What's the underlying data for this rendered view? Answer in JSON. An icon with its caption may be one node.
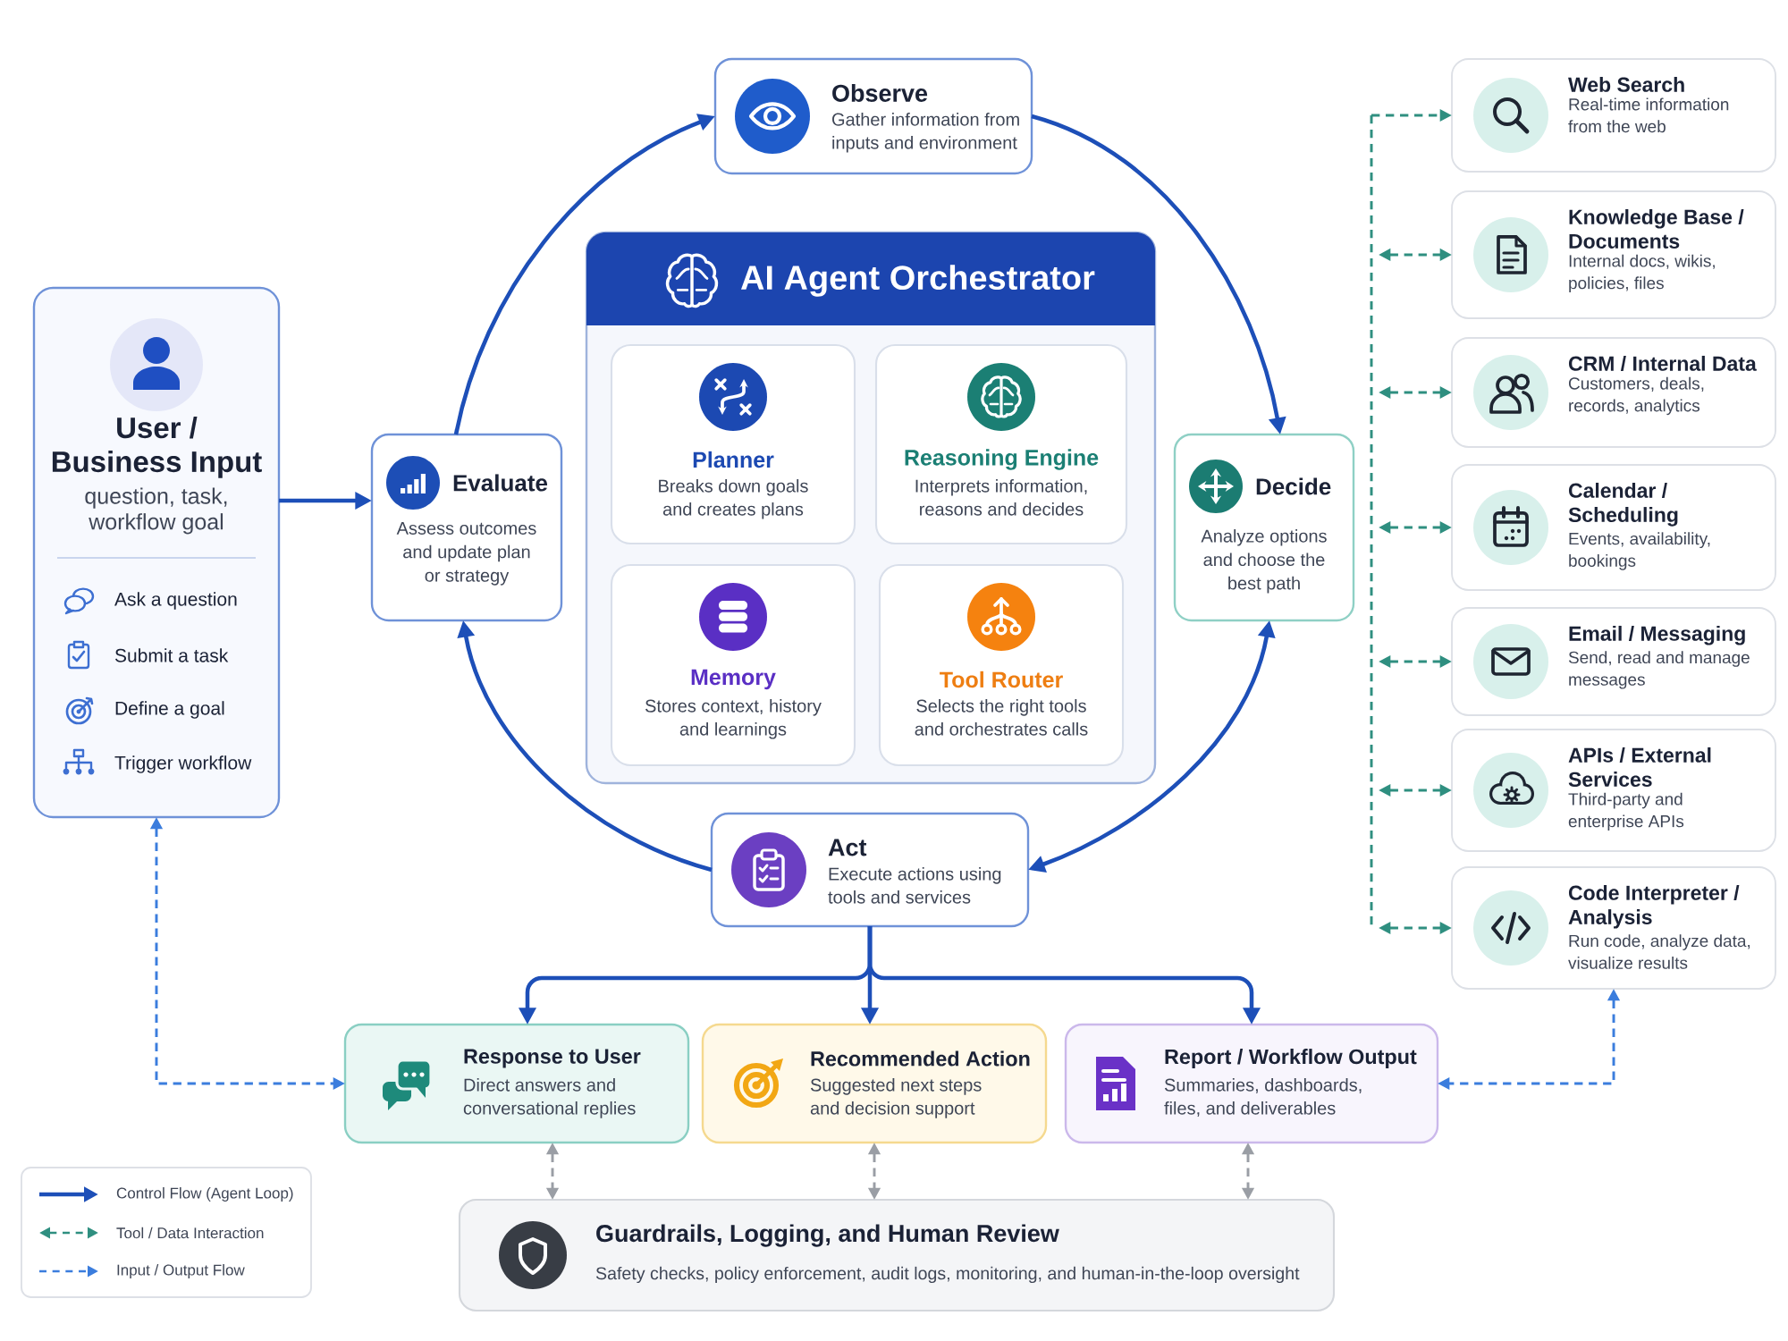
{
  "diagram": {
    "nodes": [
      {
        "text": [
          "User / Business Input",
          "question, task, workflow goal",
          "Ask a question",
          "Submit a task",
          "Define a goal",
          "Trigger workflow"
        ]
      },
      {
        "text": [
          "Observe",
          "Gather information from inputs and environment"
        ]
      },
      {
        "text": [
          "AI Agent Orchestrator"
        ]
      },
      {
        "text": [
          "Planner",
          "Breaks down goals and creates plans"
        ],
        "in": 2
      },
      {
        "text": [
          "Reasoning Engine",
          "Interprets information, reasons and decides"
        ],
        "in": 2
      },
      {
        "text": [
          "Memory",
          "Stores context, history and learnings"
        ],
        "in": 2
      },
      {
        "text": [
          "Tool Router",
          "Selects the right tools and orchestrates calls"
        ],
        "in": 2
      },
      {
        "text": [
          "Evaluate",
          "Assess outcomes and update plan or strategy"
        ]
      },
      {
        "text": [
          "Decide",
          "Analyze options and choose the best path"
        ]
      },
      {
        "text": [
          "Act",
          "Execute actions using tools and services"
        ]
      },
      {
        "text": [
          "Web Search",
          "Real-time information from the web"
        ]
      },
      {
        "text": [
          "Knowledge Base / Documents",
          "Internal docs, wikis, policies, files"
        ]
      },
      {
        "text": [
          "CRM / Internal Data",
          "Customers, deals, records, analytics"
        ]
      },
      {
        "text": [
          "Calendar / Scheduling",
          "Events, availability, bookings"
        ]
      },
      {
        "text": [
          "Email / Messaging",
          "Send, read and manage messages"
        ]
      },
      {
        "text": [
          "APIs / External Services",
          "Third-party and enterprise APIs"
        ]
      },
      {
        "text": [
          "Code Interpreter / Analysis",
          "Run code, analyze data, visualize results"
        ]
      },
      {
        "text": [
          "Response to User",
          "Direct answers and conversational replies"
        ]
      },
      {
        "text": [
          "Recommended Action",
          "Suggested next steps and decision support"
        ]
      },
      {
        "text": [
          "Report / Workflow Output",
          "Summaries, dashboards, files, and deliverables"
        ]
      },
      {
        "text": [
          "Guardrails, Logging, and Human Review",
          "Safety checks, policy enforcement, audit logs, monitoring, and human-in-the-loop oversight"
        ]
      }
    ],
    "edges": [
      {
        "from": 0,
        "to": 7,
        "arrow": "to"
      },
      {
        "from": 7,
        "to": 1,
        "arrow": "to"
      },
      {
        "from": 1,
        "to": 8,
        "arrow": "to"
      },
      {
        "from": 8,
        "to": 9,
        "arrow": "both"
      },
      {
        "from": 9,
        "to": 7,
        "arrow": "to"
      },
      {
        "from": null,
        "to": 10,
        "arrow": "to",
        "style": "dashed",
        "color": "#2f8f80"
      },
      {
        "from": null,
        "to": 11,
        "arrow": "both",
        "style": "dashed",
        "color": "#2f8f80"
      },
      {
        "from": null,
        "to": 12,
        "arrow": "both",
        "style": "dashed",
        "color": "#2f8f80"
      },
      {
        "from": null,
        "to": 13,
        "arrow": "both",
        "style": "dashed",
        "color": "#2f8f80"
      },
      {
        "from": null,
        "to": 14,
        "arrow": "both",
        "style": "dashed",
        "color": "#2f8f80"
      },
      {
        "from": null,
        "to": 15,
        "arrow": "both",
        "style": "dashed",
        "color": "#2f8f80"
      },
      {
        "from": null,
        "to": 16,
        "arrow": "both",
        "style": "dashed",
        "color": "#2f8f80"
      },
      {
        "from": 9,
        "to": 17,
        "arrow": "to"
      },
      {
        "from": 9,
        "to": 18,
        "arrow": "to"
      },
      {
        "from": 9,
        "to": 19,
        "arrow": "to"
      },
      {
        "from": 0,
        "to": 17,
        "arrow": "both",
        "style": "dashed",
        "color": "#3b7ddd"
      },
      {
        "from": 16,
        "to": 19,
        "arrow": "both",
        "style": "dashed",
        "color": "#3b7ddd"
      },
      {
        "from": 17,
        "to": 20,
        "arrow": "both",
        "style": "dashed",
        "color": "#9a9ea5"
      },
      {
        "from": 18,
        "to": 20,
        "arrow": "both",
        "style": "dashed",
        "color": "#9a9ea5"
      },
      {
        "from": 19,
        "to": 20,
        "arrow": "both",
        "style": "dashed",
        "color": "#9a9ea5"
      }
    ],
    "legend": [
      {
        "text": "Control Flow (Agent Loop)"
      },
      {
        "text": "Tool / Data Interaction"
      },
      {
        "text": "Input / Output Flow"
      }
    ]
  }
}
